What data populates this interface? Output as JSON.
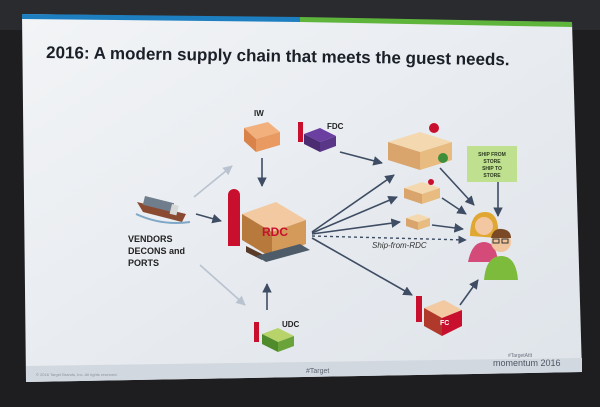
{
  "slide": {
    "title": "2016: A modern supply chain that meets the guest needs.",
    "footer_hashtag": "#Target",
    "brand_line1": "#TargetAtIt",
    "brand_line2": "momentum 2016",
    "fine_print": "© 2016 Target Brands, Inc. All rights reserved."
  },
  "nodes": {
    "iw": "IW",
    "fdc": "FDC",
    "rdc": "RDC",
    "udc": "UDC",
    "fc": "FC",
    "vendors_line1": "VENDORS",
    "vendors_line2": "DECONS and",
    "vendors_line3": "PORTS",
    "ship_from_rdc": "Ship-from-RDC",
    "ship_note_line1": "SHIP FROM",
    "ship_note_line2": "STORE",
    "ship_note_line3": "SHIP TO",
    "ship_note_line4": "STORE"
  },
  "colors": {
    "slide_bg": "#e9edf2",
    "title_bar_blue": "#1e7fc0",
    "title_bar_green": "#5fb43c",
    "rdc_red": "#c8102e",
    "note_green": "#bfe08f",
    "arrow": "#4a5a70"
  }
}
